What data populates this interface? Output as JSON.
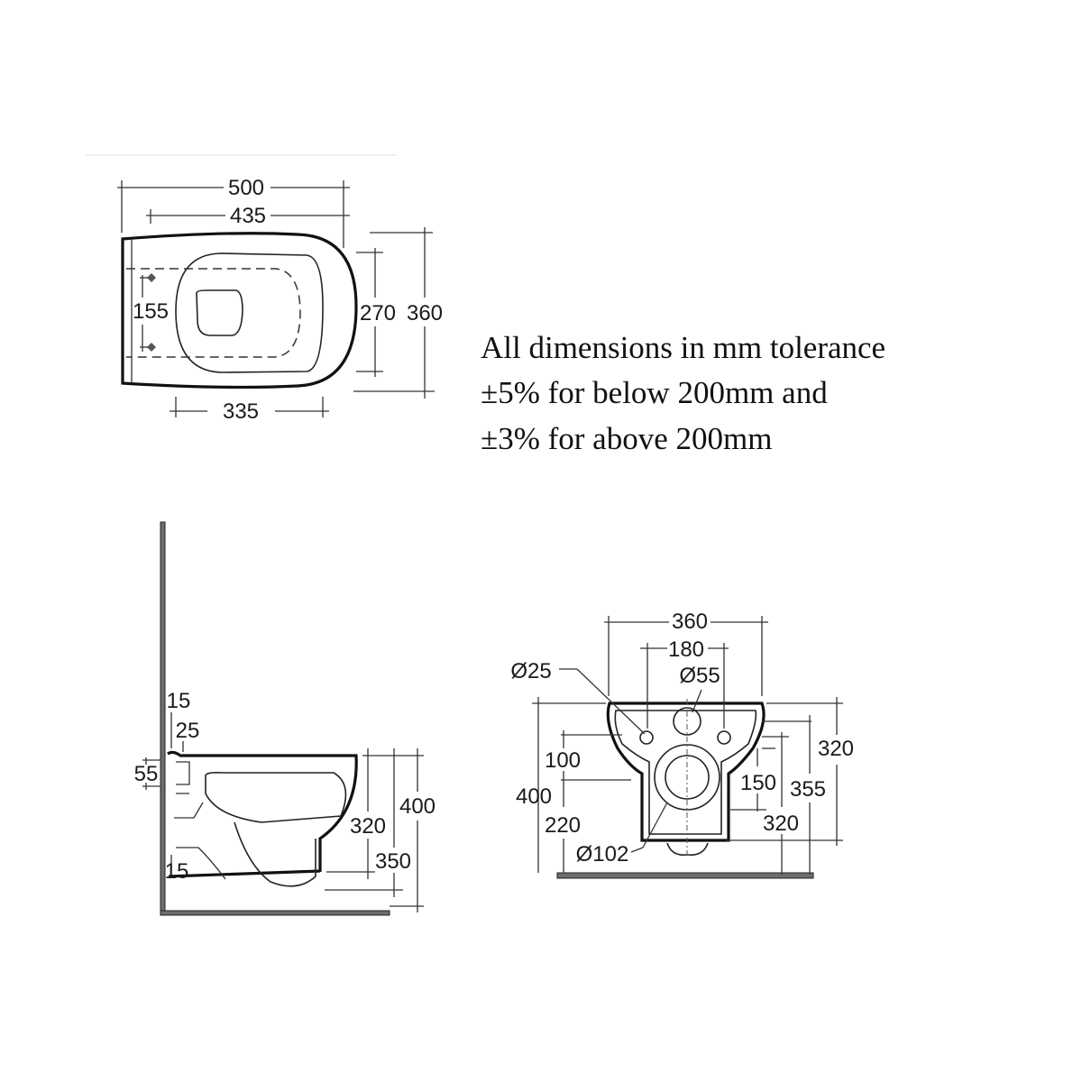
{
  "top_view": {
    "dims": {
      "overall_length": "500",
      "seat_length": "435",
      "fixing_centres": "155",
      "inner_width": "270",
      "overall_width": "360",
      "base_length": "335"
    }
  },
  "note": {
    "lines": [
      "All dimensions in mm tolerance",
      "±5% for below 200mm and",
      "±3% for above 200mm"
    ]
  },
  "side_view": {
    "dims": {
      "top_offset": "15",
      "fixing_offset": "25",
      "fixing_height": "55",
      "bottom_offset": "15",
      "base_height": "320",
      "outlet_height": "350",
      "rim_height": "400"
    }
  },
  "front_view": {
    "dims": {
      "width": "360",
      "fixing_centres": "180",
      "fixing_hole": "Ø25",
      "inlet": "Ø55",
      "inlet_to_fixing": "100",
      "rim_height": "400",
      "outlet_centre_height": "220",
      "outlet": "Ø102",
      "fixing_to_outlet": "150",
      "fixing_height": "355",
      "right_height": "320",
      "base_height": "320"
    }
  }
}
